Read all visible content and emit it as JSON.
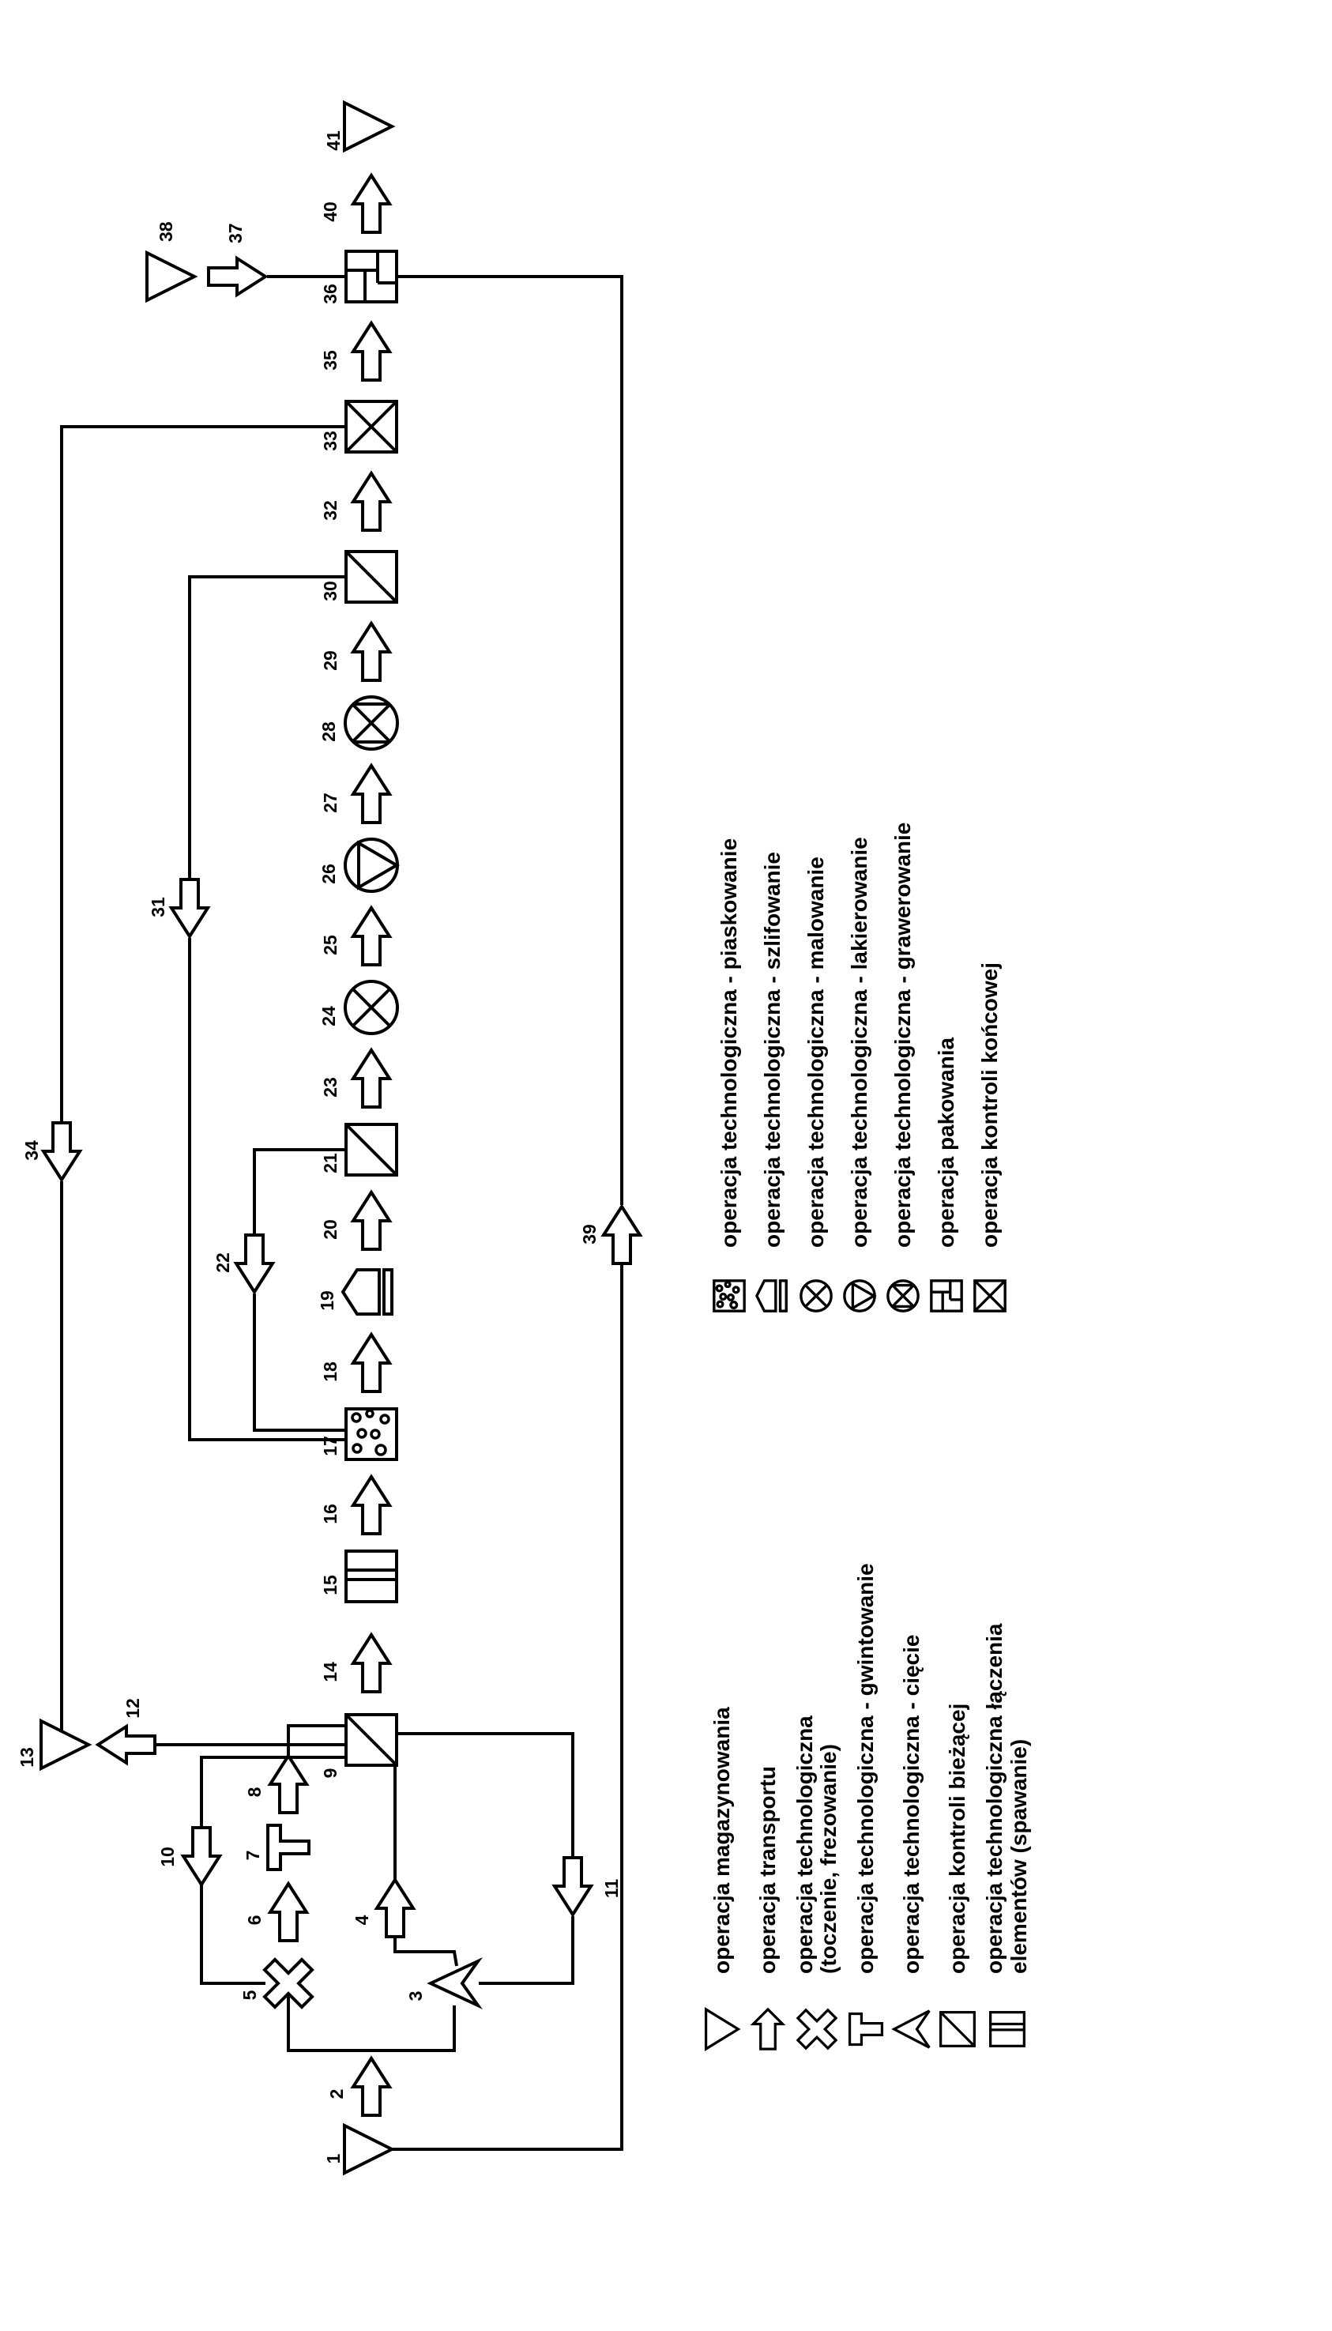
{
  "colors": {
    "ink": "#000000",
    "paper": "#ffffff"
  },
  "nodes": {
    "n1": {
      "label": "1",
      "type": "storage"
    },
    "n2": {
      "label": "2",
      "type": "transport"
    },
    "n3": {
      "label": "3",
      "type": "cutting"
    },
    "n4": {
      "label": "4",
      "type": "transport"
    },
    "n5": {
      "label": "5",
      "type": "turning-milling"
    },
    "n6": {
      "label": "6",
      "type": "transport"
    },
    "n7": {
      "label": "7",
      "type": "threading"
    },
    "n8": {
      "label": "8",
      "type": "transport"
    },
    "n9": {
      "label": "9",
      "type": "in-process-control"
    },
    "n10": {
      "label": "10",
      "type": "transport"
    },
    "n11": {
      "label": "11",
      "type": "transport"
    },
    "n12": {
      "label": "12",
      "type": "transport"
    },
    "n13": {
      "label": "13",
      "type": "storage"
    },
    "n14": {
      "label": "14",
      "type": "transport"
    },
    "n15": {
      "label": "15",
      "type": "welding"
    },
    "n16": {
      "label": "16",
      "type": "transport"
    },
    "n17": {
      "label": "17",
      "type": "sandblasting"
    },
    "n18": {
      "label": "18",
      "type": "transport"
    },
    "n19": {
      "label": "19",
      "type": "grinding"
    },
    "n20": {
      "label": "20",
      "type": "transport"
    },
    "n21": {
      "label": "21",
      "type": "in-process-control"
    },
    "n22": {
      "label": "22",
      "type": "transport"
    },
    "n23": {
      "label": "23",
      "type": "transport"
    },
    "n24": {
      "label": "24",
      "type": "painting"
    },
    "n25": {
      "label": "25",
      "type": "transport"
    },
    "n26": {
      "label": "26",
      "type": "varnishing"
    },
    "n27": {
      "label": "27",
      "type": "transport"
    },
    "n28": {
      "label": "28",
      "type": "engraving"
    },
    "n29": {
      "label": "29",
      "type": "transport"
    },
    "n30": {
      "label": "30",
      "type": "in-process-control"
    },
    "n31": {
      "label": "31",
      "type": "transport"
    },
    "n32": {
      "label": "32",
      "type": "transport"
    },
    "n33": {
      "label": "33",
      "type": "final-control"
    },
    "n34": {
      "label": "34",
      "type": "transport"
    },
    "n35": {
      "label": "35",
      "type": "transport"
    },
    "n36": {
      "label": "36",
      "type": "packing"
    },
    "n37": {
      "label": "37",
      "type": "transport"
    },
    "n38": {
      "label": "38",
      "type": "storage"
    },
    "n39": {
      "label": "39",
      "type": "transport"
    },
    "n40": {
      "label": "40",
      "type": "transport"
    },
    "n41": {
      "label": "41",
      "type": "storage"
    }
  },
  "legend_left": {
    "items": [
      {
        "symbol": "triangle-storage",
        "label": "operacja magazynowania"
      },
      {
        "symbol": "block-arrow",
        "label": "operacja transportu"
      },
      {
        "symbol": "x-cross",
        "label": "operacja technologiczna\n(toczenie, frezowanie)"
      },
      {
        "symbol": "t-shape",
        "label": "operacja technologiczna - gwintowanie"
      },
      {
        "symbol": "chevron",
        "label": "operacja technologiczna - cięcie"
      },
      {
        "symbol": "square-diagonal",
        "label": "operacja kontroli bieżącej"
      },
      {
        "symbol": "square-band",
        "label": "operacja technologiczna łączenia\nelementów (spawanie)"
      }
    ]
  },
  "legend_right": {
    "items": [
      {
        "symbol": "square-dots",
        "label": "operacja technologiczna - piaskowanie"
      },
      {
        "symbol": "pentagon-bar",
        "label": "operacja technologiczna - szlifowanie"
      },
      {
        "symbol": "circle-x",
        "label": "operacja technologiczna - malowanie"
      },
      {
        "symbol": "circle-triangle",
        "label": "operacja technologiczna - lakierowanie"
      },
      {
        "symbol": "circle-x-chords",
        "label": "operacja technologiczna - grawerowanie"
      },
      {
        "symbol": "square-pinwheel",
        "label": "operacja pakowania"
      },
      {
        "symbol": "square-x",
        "label": "operacja kontroli końcowej"
      }
    ]
  }
}
